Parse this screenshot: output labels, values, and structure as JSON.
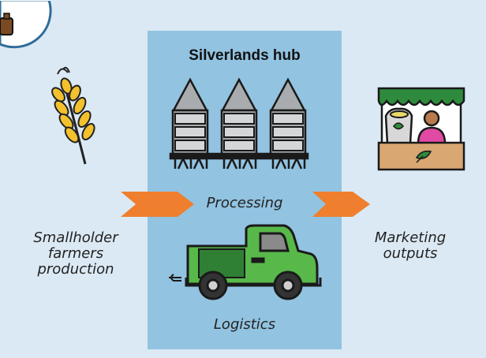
{
  "hub": {
    "title": "Silverlands hub"
  },
  "stages": {
    "processing": "Processing",
    "logistics": "Logistics"
  },
  "input": {
    "lines": [
      "Smallholder",
      "farmers",
      "production"
    ]
  },
  "output": {
    "lines": [
      "Marketing",
      "outputs"
    ]
  },
  "colors": {
    "background": "#dbe9f4",
    "hub_panel": "#92c3e1",
    "arrow": "#ef7f2e",
    "truck_green": "#58b84a",
    "awning_green": "#2e8b3d",
    "wheat": "#f3c12e"
  },
  "icons": [
    "badge-icon",
    "wheat-icon",
    "silo-icon",
    "truck-icon",
    "market-stall-icon",
    "arrow-icon"
  ]
}
